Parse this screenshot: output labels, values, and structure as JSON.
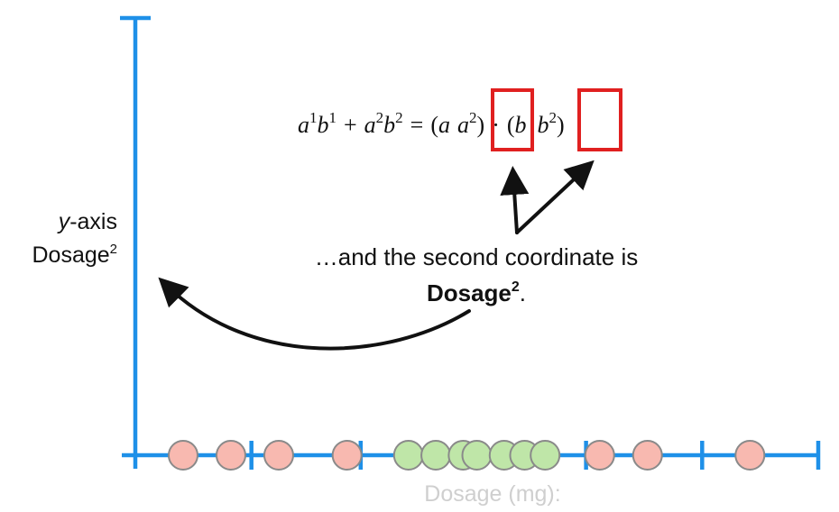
{
  "equation": {
    "lhs_a1": "a",
    "lhs_a1_exp": "1",
    "lhs_b1": "b",
    "lhs_b1_exp": "1",
    "plus": "+",
    "lhs_a2": "a",
    "lhs_a2_exp": "2",
    "lhs_b2": "b",
    "lhs_b2_exp": "2",
    "equals": "=",
    "open_paren_1": "(",
    "rhs_a": "a",
    "rhs_a2": "a",
    "rhs_a2_exp": "2",
    "close_paren_1": ")",
    "dot": "·",
    "open_paren_2": "(",
    "rhs_b": "b",
    "rhs_b2": "b",
    "rhs_b2_exp": "2",
    "close_paren_2": ")"
  },
  "y_axis_label": {
    "line1_italic": "y",
    "line1_rest": "-axis",
    "line2": "Dosage",
    "line2_exp": "2"
  },
  "caption": {
    "line1": "…and the second coordinate is",
    "line2_bold": "Dosage",
    "line2_exp": "2",
    "line2_end": "."
  },
  "x_axis_label": "Dosage (mg):",
  "colors": {
    "axis": "#1e90e8",
    "highlight_box": "#e02020",
    "arrow": "#111111",
    "point_red": "#f8b9b0",
    "point_green": "#bfe6a8",
    "point_outline": "#8a8a8a",
    "x_label": "#cfcfcf"
  },
  "chart_data": {
    "type": "scatter",
    "x_label": "Dosage (mg):",
    "y_label": "y-axis Dosage2",
    "groups": [
      {
        "name": "red",
        "x": [
          0.07,
          0.14,
          0.21,
          0.31,
          0.68,
          0.75,
          0.9
        ]
      },
      {
        "name": "green",
        "x": [
          0.4,
          0.44,
          0.48,
          0.5,
          0.54,
          0.57,
          0.6
        ]
      }
    ],
    "x_ticks": [
      0.17,
      0.33,
      0.66,
      0.83,
      1.0
    ],
    "x_range": [
      0,
      1.0
    ]
  }
}
